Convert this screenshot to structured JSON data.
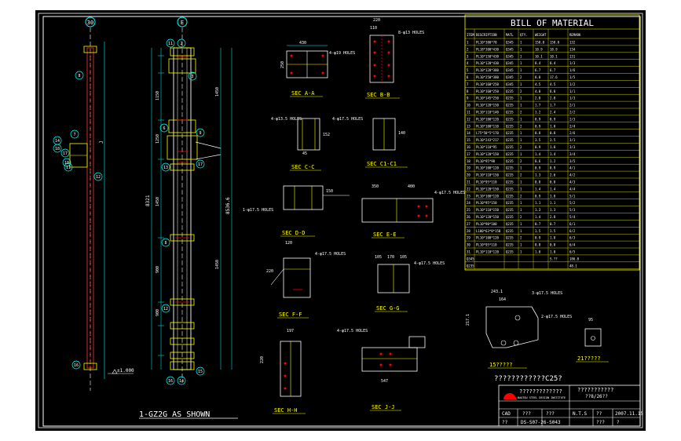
{
  "drawing": {
    "grid_left": "30",
    "grid_right": "E",
    "elev_label": "±1.000",
    "main_title": "1-GZ2G AS SHOWN",
    "height_dims": [
      "8321",
      "8536.6"
    ],
    "col_dims": [
      "1150",
      "1250",
      "1450",
      "900",
      "900",
      "1450",
      "1450"
    ]
  },
  "sections": {
    "aa": {
      "title": "SEC A-A",
      "dims": [
        "430",
        "250"
      ],
      "note": "4-φ19 HOLES"
    },
    "bb": {
      "title": "SEC B-B",
      "dims": [
        "220",
        "110"
      ],
      "note": "8-φ13 HOLES"
    },
    "cc": {
      "title": "SEC C-C",
      "dims": [
        "152",
        "45"
      ],
      "note": "4-φ13.5 HOLES"
    },
    "c1": {
      "title": "SEC C1-C1",
      "dims": [
        "140"
      ],
      "note": "4-φ17.5 HOLES"
    },
    "dd": {
      "title": "SEC D-D",
      "dims": [
        "150"
      ],
      "note": "1-φ17.5 HOLES"
    },
    "ee": {
      "title": "SEC E-E",
      "dims": [
        "350",
        "400"
      ],
      "note": "4-φ17.5 HOLES"
    },
    "ff": {
      "title": "SEC F-F",
      "dims": [
        "120",
        "220"
      ],
      "note": "4-φ17.5 HOLES"
    },
    "gg": {
      "title": "SEC G-G",
      "dims": [
        "105",
        "170",
        "105"
      ],
      "note": "4-φ17.5 HOLES"
    },
    "hh": {
      "title": "SEC H-H",
      "dims": [
        "197",
        "220"
      ],
      "note": ""
    },
    "jj": {
      "title": "SEC J-J",
      "dims": [
        "547"
      ],
      "note": "4-φ17.5 HOLES"
    }
  },
  "details": {
    "d15": {
      "label": "15?????",
      "dims": [
        "243.1",
        "164",
        "217.1"
      ],
      "note": "3-φ17.5 HOLES"
    },
    "d21": {
      "label": "21?????",
      "dims": [
        "95"
      ],
      "note": "2-φ17.5 HOLES"
    }
  },
  "bom": {
    "title": "BILL OF MATERIAL",
    "headers": [
      "ITEM",
      "DESCRIPTION",
      "MATL",
      "QTY.",
      "WEIGHT",
      "",
      "REMARK"
    ],
    "rows": [
      [
        "1",
        "PL10*300*70",
        "Q345",
        "1",
        "158.8",
        "158.8",
        "132"
      ],
      [
        "2",
        "PL18*300*430",
        "Q345",
        "1",
        "18.9",
        "18.9",
        "134"
      ],
      [
        "3",
        "PL10*150*430",
        "Q345",
        "1",
        "10.1",
        "10.1",
        "131"
      ],
      [
        "4",
        "PL10*120*430",
        "Q345",
        "1",
        "8.4",
        "8.4",
        "1/3"
      ],
      [
        "5",
        "PL10*120*380",
        "Q345",
        "1",
        "6.7",
        "6.7",
        "1/6"
      ],
      [
        "6",
        "PL10*250*380",
        "Q345",
        "2",
        "8.8",
        "17.6",
        "1/5"
      ],
      [
        "7",
        "PL10*160*250",
        "Q345",
        "1",
        "4.5",
        "4.5",
        "1/2"
      ],
      [
        "8",
        "PL10*160*250",
        "Q235",
        "2",
        "4.0",
        "8.0",
        "1/1"
      ],
      [
        "9",
        "PL10*145*250",
        "Q235",
        "1",
        "2.8",
        "2.8",
        "1/3"
      ],
      [
        "10",
        "PL10*120*150",
        "Q235",
        "1",
        "1.7",
        "1.7",
        "2/1"
      ],
      [
        "11",
        "PL10*110*140",
        "Q235",
        "2",
        "1.2",
        "2.4",
        "2/2"
      ],
      [
        "12",
        "PL10*100*120",
        "Q235",
        "1",
        "0.9",
        "0.9",
        "2/3"
      ],
      [
        "13",
        "PL10*100*110",
        "Q235",
        "2",
        "0.9",
        "1.8",
        "2/4"
      ],
      [
        "14",
        "L75*50*5*170",
        "Q235",
        "1",
        "0.8",
        "0.8",
        "2/6"
      ],
      [
        "15",
        "PL10*243*217",
        "Q235",
        "1",
        "3.5",
        "3.5",
        "3/1"
      ],
      [
        "16",
        "PL10*110*95",
        "Q235",
        "2",
        "0.9",
        "1.8",
        "3/3"
      ],
      [
        "17",
        "PL10*120*150",
        "Q235",
        "1",
        "1.4",
        "1.4",
        "3/4"
      ],
      [
        "18",
        "PL10*95*90",
        "Q235",
        "2",
        "0.6",
        "1.2",
        "3/5"
      ],
      [
        "19",
        "PL10*100*120",
        "Q235",
        "1",
        "0.9",
        "0.9",
        "4/1"
      ],
      [
        "20",
        "PL10*110*150",
        "Q235",
        "2",
        "1.3",
        "2.6",
        "4/2"
      ],
      [
        "21",
        "PL10*95*110",
        "Q235",
        "1",
        "0.8",
        "0.8",
        "4/3"
      ],
      [
        "22",
        "PL10*120*150",
        "Q235",
        "1",
        "1.4",
        "1.4",
        "4/4"
      ],
      [
        "23",
        "PL10*100*120",
        "Q235",
        "2",
        "0.9",
        "1.8",
        "5/1"
      ],
      [
        "24",
        "PL10*95*150",
        "Q235",
        "1",
        "1.1",
        "1.1",
        "5/2"
      ],
      [
        "25",
        "PL10*110*150",
        "Q235",
        "1",
        "1.3",
        "1.3",
        "5/3"
      ],
      [
        "26",
        "PL10*120*150",
        "Q235",
        "2",
        "1.4",
        "2.8",
        "5/4"
      ],
      [
        "27",
        "PL10*90*100",
        "Q235",
        "1",
        "0.7",
        "0.7",
        "6/1"
      ],
      [
        "28",
        "L100*63*8*150",
        "Q235",
        "1",
        "1.5",
        "1.5",
        "6/2"
      ],
      [
        "29",
        "PL10*100*120",
        "Q235",
        "2",
        "0.9",
        "1.8",
        "6/3"
      ],
      [
        "30",
        "PL10*95*110",
        "Q235",
        "1",
        "0.8",
        "0.8",
        "6/4"
      ],
      [
        "31",
        "PL10*110*120",
        "Q235",
        "1",
        "1.0",
        "1.0",
        "6/5"
      ]
    ],
    "totals": [
      [
        "Q345",
        "",
        "",
        "",
        "",
        "S.?? ",
        "186.8"
      ],
      [
        "Q235",
        "",
        "",
        "",
        "",
        "",
        "48.1"
      ]
    ]
  },
  "title_block": {
    "spec": "????????????C25?",
    "company": "?????????????",
    "company_sub": "BAOTOU STEEL DESIGN INSTITUTE",
    "label_right": "???????????",
    "drawing_ref": "??8/26??",
    "cad_label": "CAD",
    "scale_label": "N.T.S",
    "date": "2007.11.15",
    "q1": "???",
    "q2": "???",
    "q3": "??",
    "q4": "??",
    "drawing_no": "DS-S07-26-S043",
    "q5": "?",
    "q6": "???",
    "q7": "?"
  }
}
